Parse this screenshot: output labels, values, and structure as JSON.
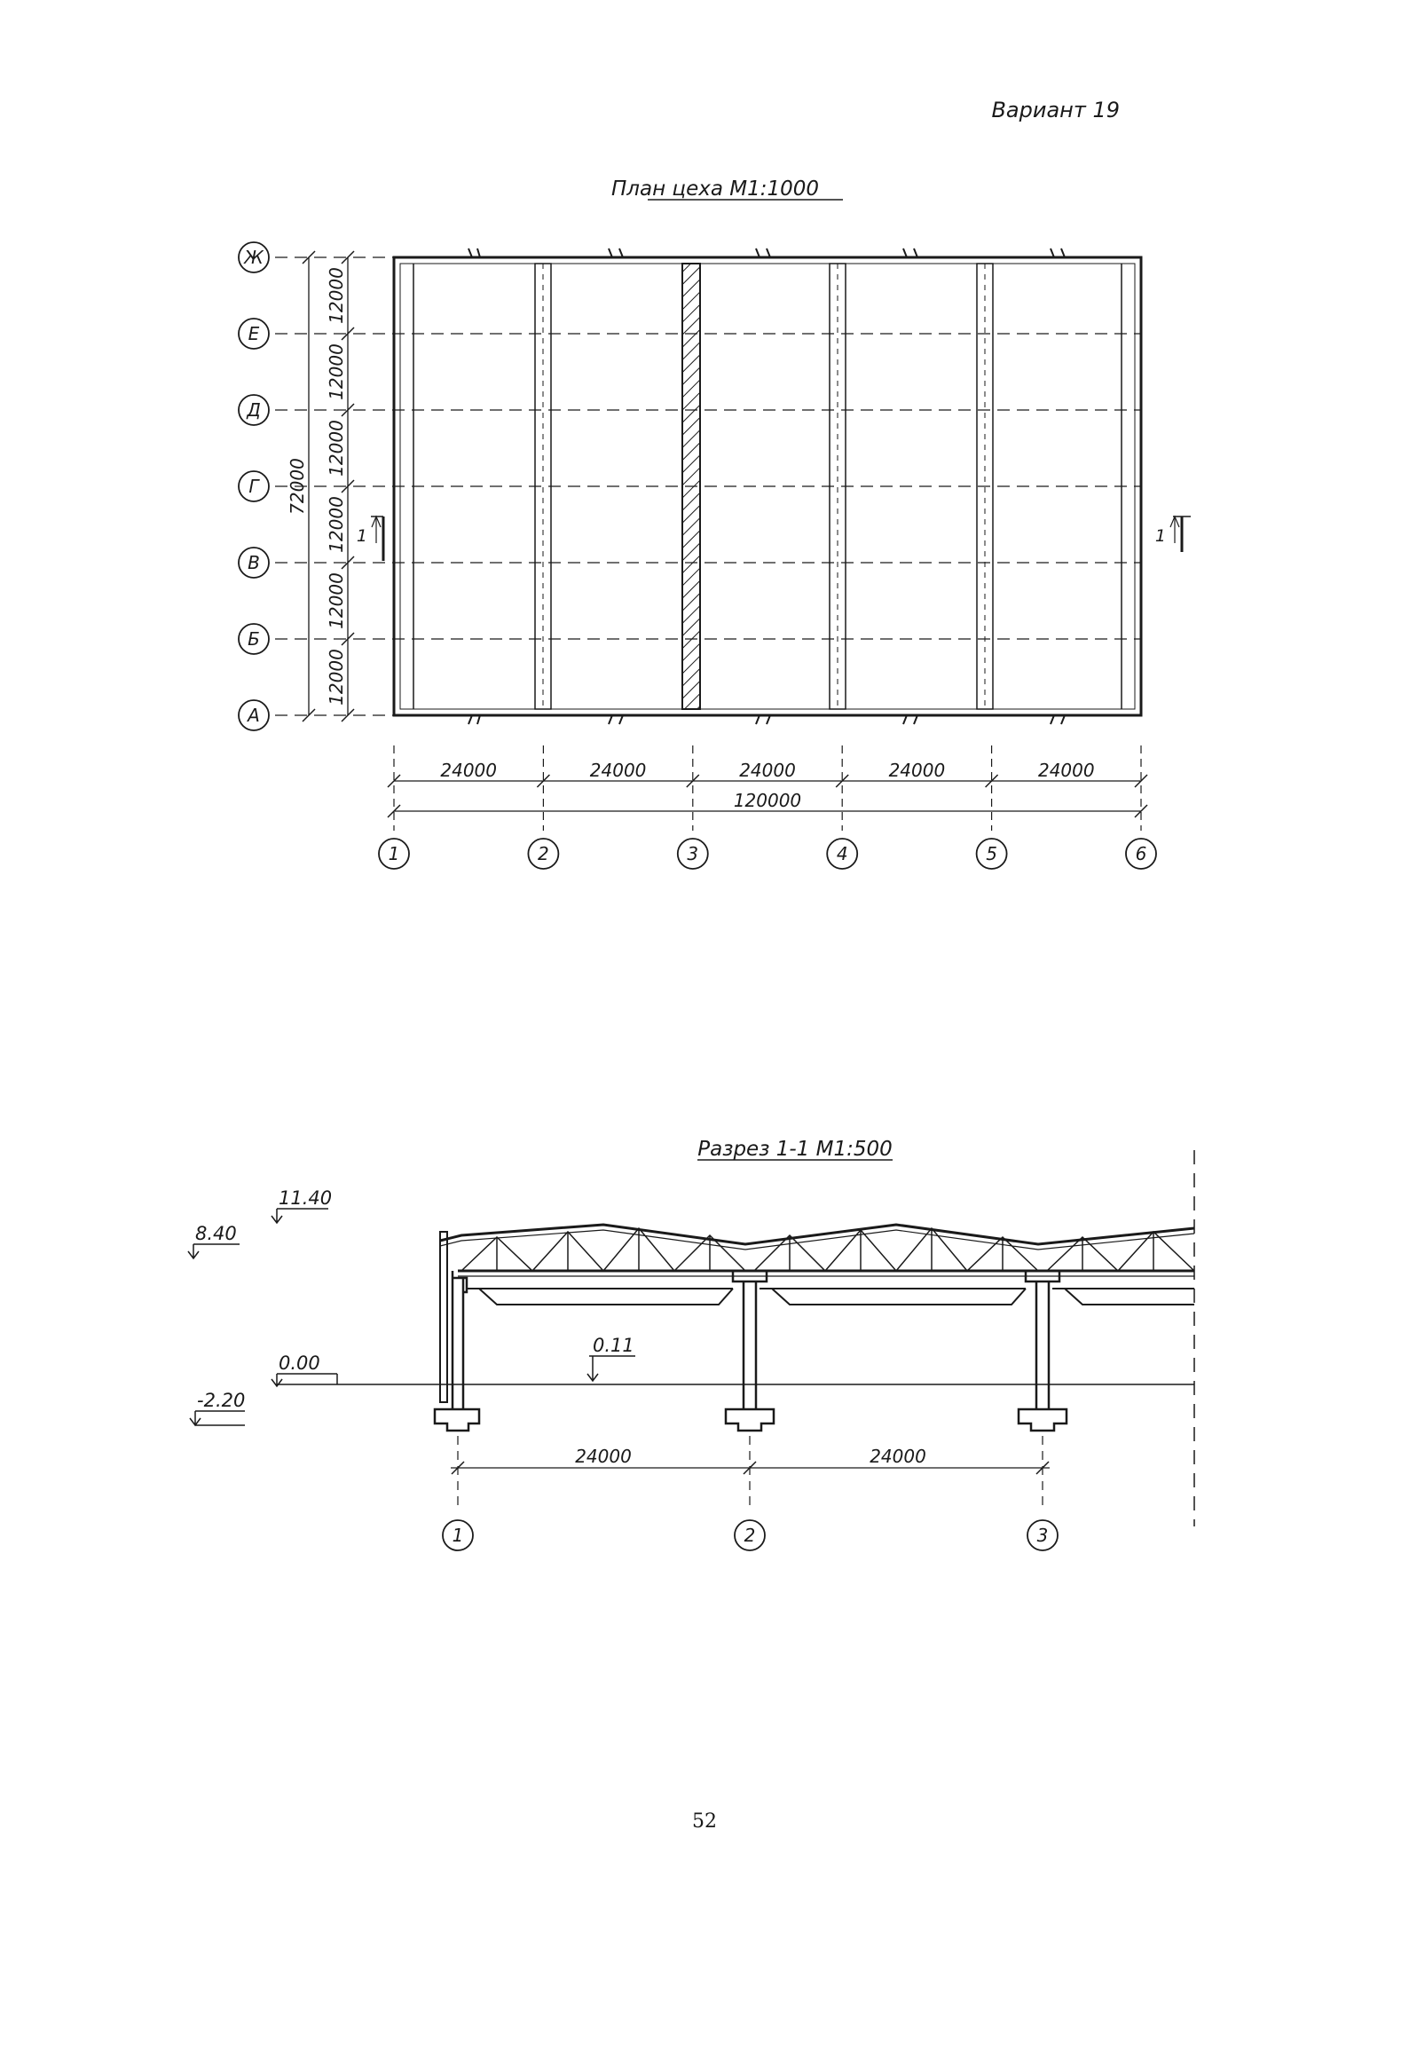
{
  "header": {
    "variant": "Вариант 19"
  },
  "plan": {
    "title": "План цеха М1:1000",
    "rows": [
      "Ж",
      "Е",
      "Д",
      "Г",
      "В",
      "Б",
      "А"
    ],
    "row_spacing_labels": [
      "12000",
      "12000",
      "12000",
      "12000",
      "12000",
      "12000"
    ],
    "total_height_label": "72000",
    "columns": [
      "1",
      "2",
      "3",
      "4",
      "5",
      "6"
    ],
    "bay_labels": [
      "24000",
      "24000",
      "24000",
      "24000",
      "24000"
    ],
    "total_width_label": "120000",
    "section_mark": "1",
    "hatched_column_axis": "3"
  },
  "section": {
    "title": "Разрез 1-1 М1:500",
    "levels": {
      "top": "11.40",
      "eave": "8.40",
      "floor": "0.00",
      "floor_fill": "0.11",
      "foundation": "-2.20"
    },
    "axes": [
      "1",
      "2",
      "3"
    ],
    "bay_labels": [
      "24000",
      "24000"
    ]
  },
  "footer": {
    "page_number": "52"
  }
}
